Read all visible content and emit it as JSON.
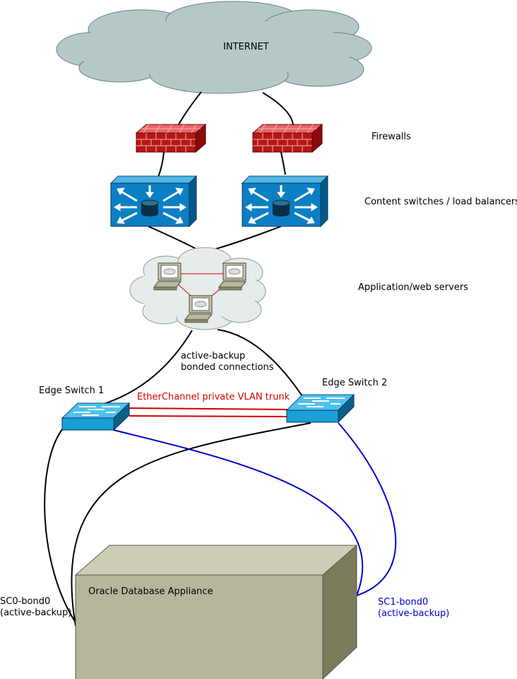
{
  "internet_label": "INTERNET",
  "firewalls_label": "Firewalls",
  "content_switches_label": "Content switches / load balancers",
  "app_servers_label": "Application/web servers",
  "bonded_label_line1": "active-backup",
  "bonded_label_line2": "bonded connections",
  "edge_switch_1_label": "Edge Switch 1",
  "edge_switch_2_label": "Edge Switch 2",
  "etherchannel_label": "EtherChannel private VLAN trunk",
  "appliance_label": "Oracle Database Appliance",
  "sc0_label_line1": "SC0-bond0",
  "sc0_label_line2": "(active-backup)",
  "sc1_label_line1": "SC1-bond0",
  "sc1_label_line2": "(active-backup)",
  "colors": {
    "cloud": "#b4c8c8",
    "firewall": "#cc1f1f",
    "load_balancer": "#0a7fc4",
    "edge_switch": "#1a9fd6",
    "appliance_front": "#b6b69c",
    "trunk": "#d40000",
    "sc1_link": "#0000cc"
  }
}
